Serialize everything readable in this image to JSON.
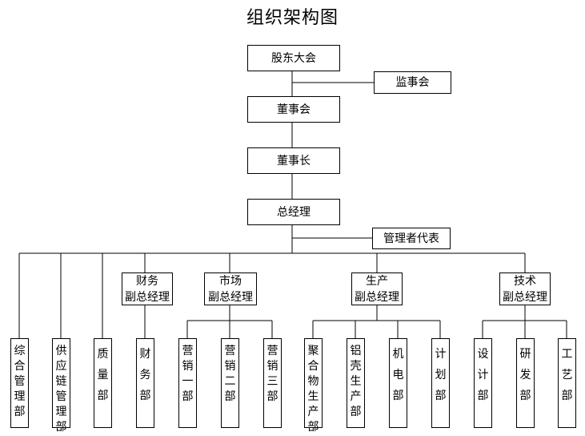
{
  "title": "组织架构图",
  "nodes": {
    "shareholders": "股东大会",
    "supervisors": "监事会",
    "board": "董事会",
    "chairman": "董事长",
    "gm": "总经理",
    "mgmt_rep": "管理者代表",
    "vp_finance": [
      "财务",
      "副总经理"
    ],
    "vp_market": [
      "市场",
      "副总经理"
    ],
    "vp_production": [
      "生产",
      "副总经理"
    ],
    "vp_tech": [
      "技术",
      "副总经理"
    ]
  },
  "departments": [
    "综合管理部",
    "供应链管理部",
    "质量部",
    "财务部",
    "营销一部",
    "营销二部",
    "营销三部",
    "聚合物生产部",
    "铝壳生产部",
    "机电部",
    "计划部",
    "设计部",
    "研发部",
    "工艺部"
  ]
}
